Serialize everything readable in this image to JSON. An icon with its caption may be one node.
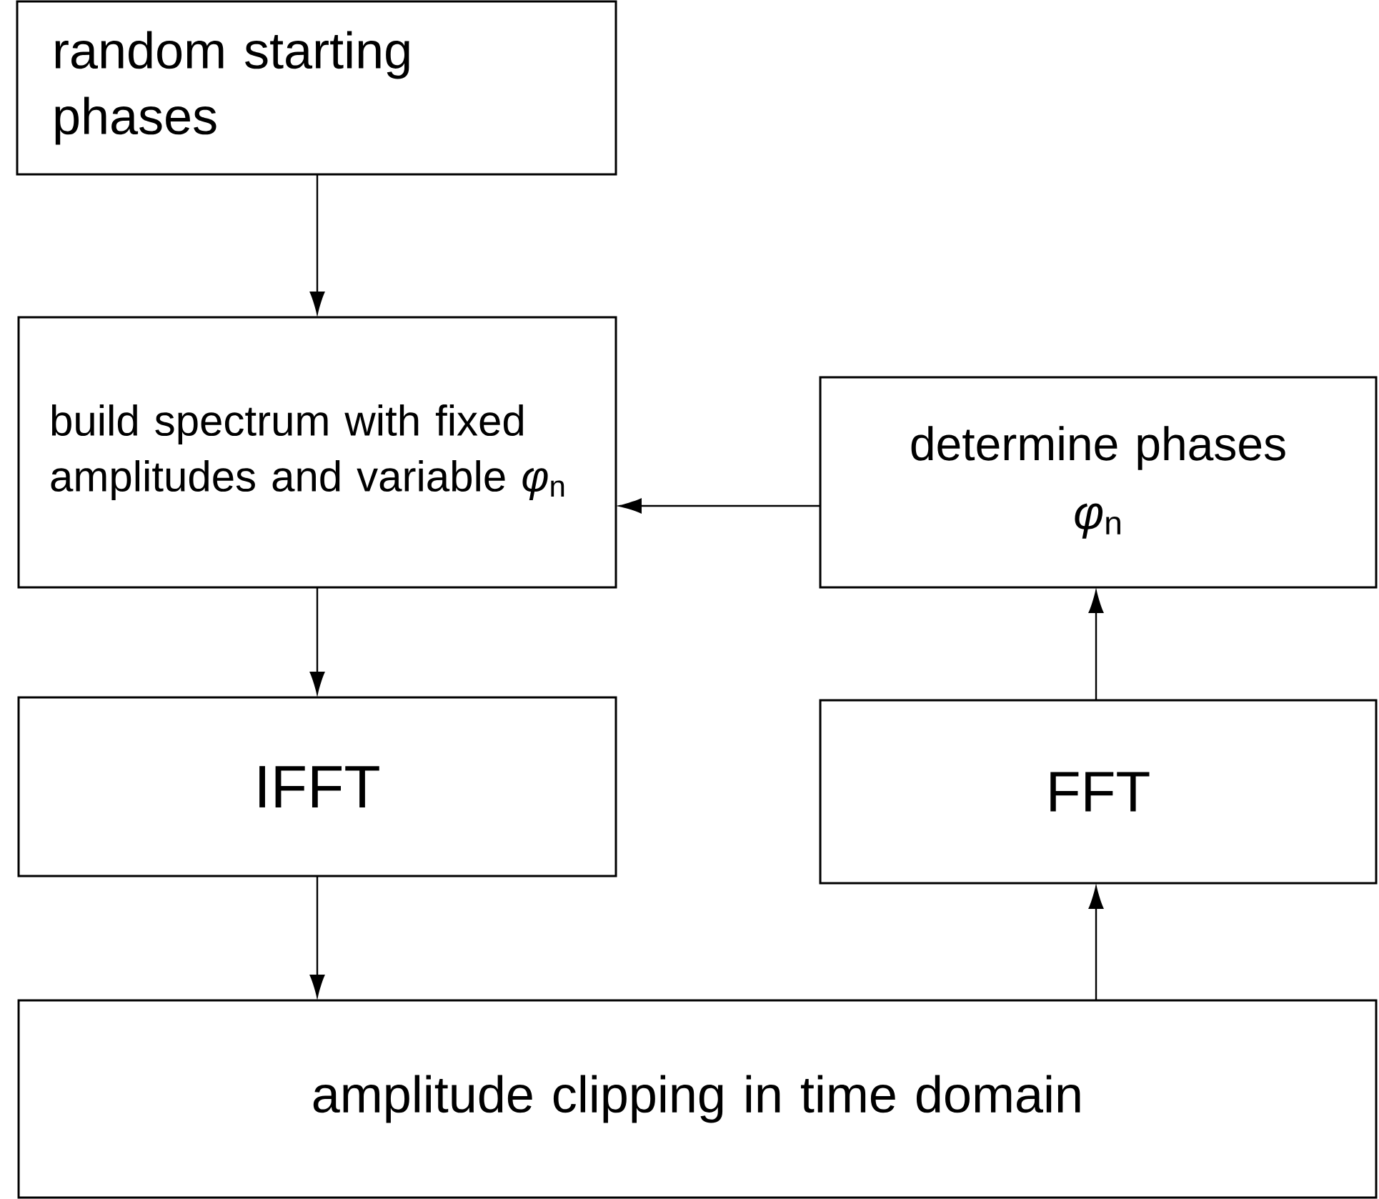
{
  "diagram": {
    "nodes": [
      {
        "text": [
          "random starting phases"
        ]
      },
      {
        "text": [
          "build spectrum with fixed amplitudes and variable *φ*$_{n}$"
        ]
      },
      {
        "text": [
          "determine phases",
          "*φ*$_{n}$"
        ]
      },
      {
        "text": [
          "IFFT"
        ]
      },
      {
        "text": [
          "FFT"
        ]
      },
      {
        "text": [
          "amplitude clipping in time domain"
        ]
      }
    ],
    "edges": [
      {
        "from": 0,
        "to": 1,
        "arrow": "to"
      },
      {
        "from": 1,
        "to": 3,
        "arrow": "to"
      },
      {
        "from": 3,
        "to": 5,
        "arrow": "to"
      },
      {
        "from": 5,
        "to": 4,
        "arrow": "to"
      },
      {
        "from": 4,
        "to": 2,
        "arrow": "to"
      },
      {
        "from": 2,
        "to": 1,
        "arrow": "to"
      }
    ]
  }
}
